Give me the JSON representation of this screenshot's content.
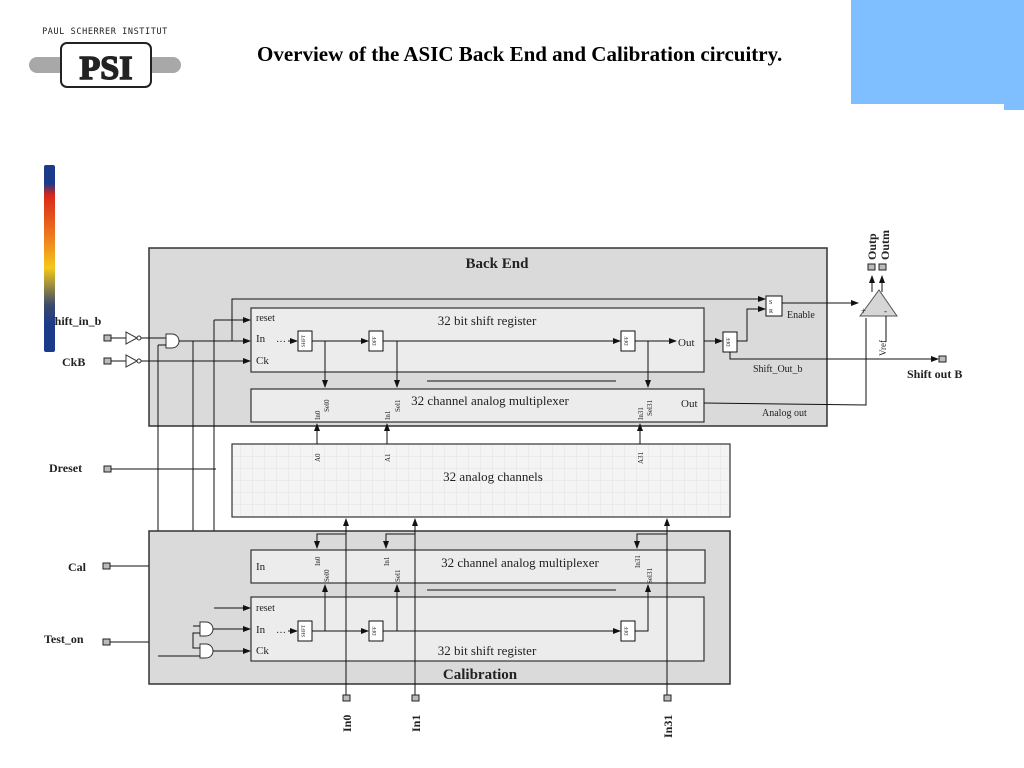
{
  "header": {
    "logo_caption": "PAUL SCHERRER INSTITUT",
    "logo_text": "PSI",
    "title": "Overview of the ASIC Back End and Calibration circuitry.",
    "accent_color": "#80bfff"
  },
  "diagram": {
    "back_end": {
      "title": "Back End",
      "shift_register": {
        "label": "32 bit shift register",
        "ports": {
          "reset": "reset",
          "in": "In",
          "ck": "Ck",
          "out": "Out",
          "dots": "…"
        },
        "cells": [
          "SHFT",
          "DFF",
          "DFF"
        ]
      },
      "multiplexer": {
        "label": "32 channel analog multiplexer",
        "out": "Out",
        "inputs": [
          {
            "in": "In0",
            "sel": "Sel0"
          },
          {
            "in": "In1",
            "sel": "Sel1"
          },
          {
            "in": "In31",
            "sel": "Sel31"
          }
        ]
      },
      "output_dff": "DFF",
      "sr_latch": {
        "s": "S",
        "r": "R"
      },
      "labels": {
        "enable": "Enable",
        "shift_out_b": "Shift_Out_b",
        "analog_out": "Analog out"
      }
    },
    "analog_channels": {
      "label": "32 analog channels",
      "outputs": [
        "A0",
        "A1",
        "A31"
      ]
    },
    "calibration": {
      "title": "Calibration",
      "multiplexer": {
        "label": "32 channel analog multiplexer",
        "in": "In",
        "inputs": [
          {
            "in": "In0",
            "sel": "Sel0"
          },
          {
            "in": "In1",
            "sel": "Sel1"
          },
          {
            "in": "In31",
            "sel": "Sel31"
          }
        ]
      },
      "shift_register": {
        "label": "32 bit shift register",
        "ports": {
          "reset": "reset",
          "in": "In",
          "ck": "Ck",
          "dots": "…"
        },
        "cells": [
          "SHFT",
          "DFF",
          "DFF"
        ]
      }
    },
    "external_pins": {
      "left": [
        "Shift_in_b",
        "CkB",
        "Dreset",
        "Cal",
        "Test_on"
      ],
      "bottom": [
        "In0",
        "In1",
        "In31"
      ],
      "right": [
        "Shift out B"
      ],
      "top": [
        "Outp",
        "Outm"
      ]
    },
    "comparator": {
      "plus": "+",
      "minus": "-",
      "vref": "Vref"
    }
  }
}
